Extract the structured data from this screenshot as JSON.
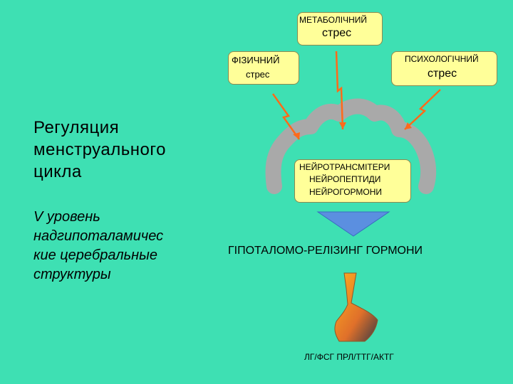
{
  "stress_boxes": {
    "metabolic": {
      "line1": "МЕТАБОЛІЧНИЙ",
      "line2": "стрес"
    },
    "physical": {
      "line1": "ФІЗИЧНИЙ",
      "line2": "стрес"
    },
    "psychological": {
      "line1": "ПСИХОЛОГІЧНИЙ",
      "line2": "стрес"
    }
  },
  "neuro_box": {
    "line1": "НЕЙРОТРАНСМІТЕРИ",
    "line2": "НЕЙРОПЕПТИДИ",
    "line3": "НЕЙРОГОРМОНИ"
  },
  "title": {
    "line1": "Регуляция",
    "line2": "менструального",
    "line3": "цикла"
  },
  "level": {
    "line1": "V уровень",
    "line2": "надгипоталамичес",
    "line3": "кие церебральные",
    "line4": "структуры"
  },
  "releasing_label": "ГІПОТАЛОМО-РЕЛІЗИНГ ГОРМОНИ",
  "pituitary_label": "ЛГ/ФСГ  ПРЛ/ТТГ/АКТГ",
  "colors": {
    "background": "#3ee0b3",
    "box_fill": "#ffff99",
    "arrow": "#ff6a1a",
    "brain_arc": "#a9a9a9",
    "down_arrow": "#5b8fe0"
  }
}
